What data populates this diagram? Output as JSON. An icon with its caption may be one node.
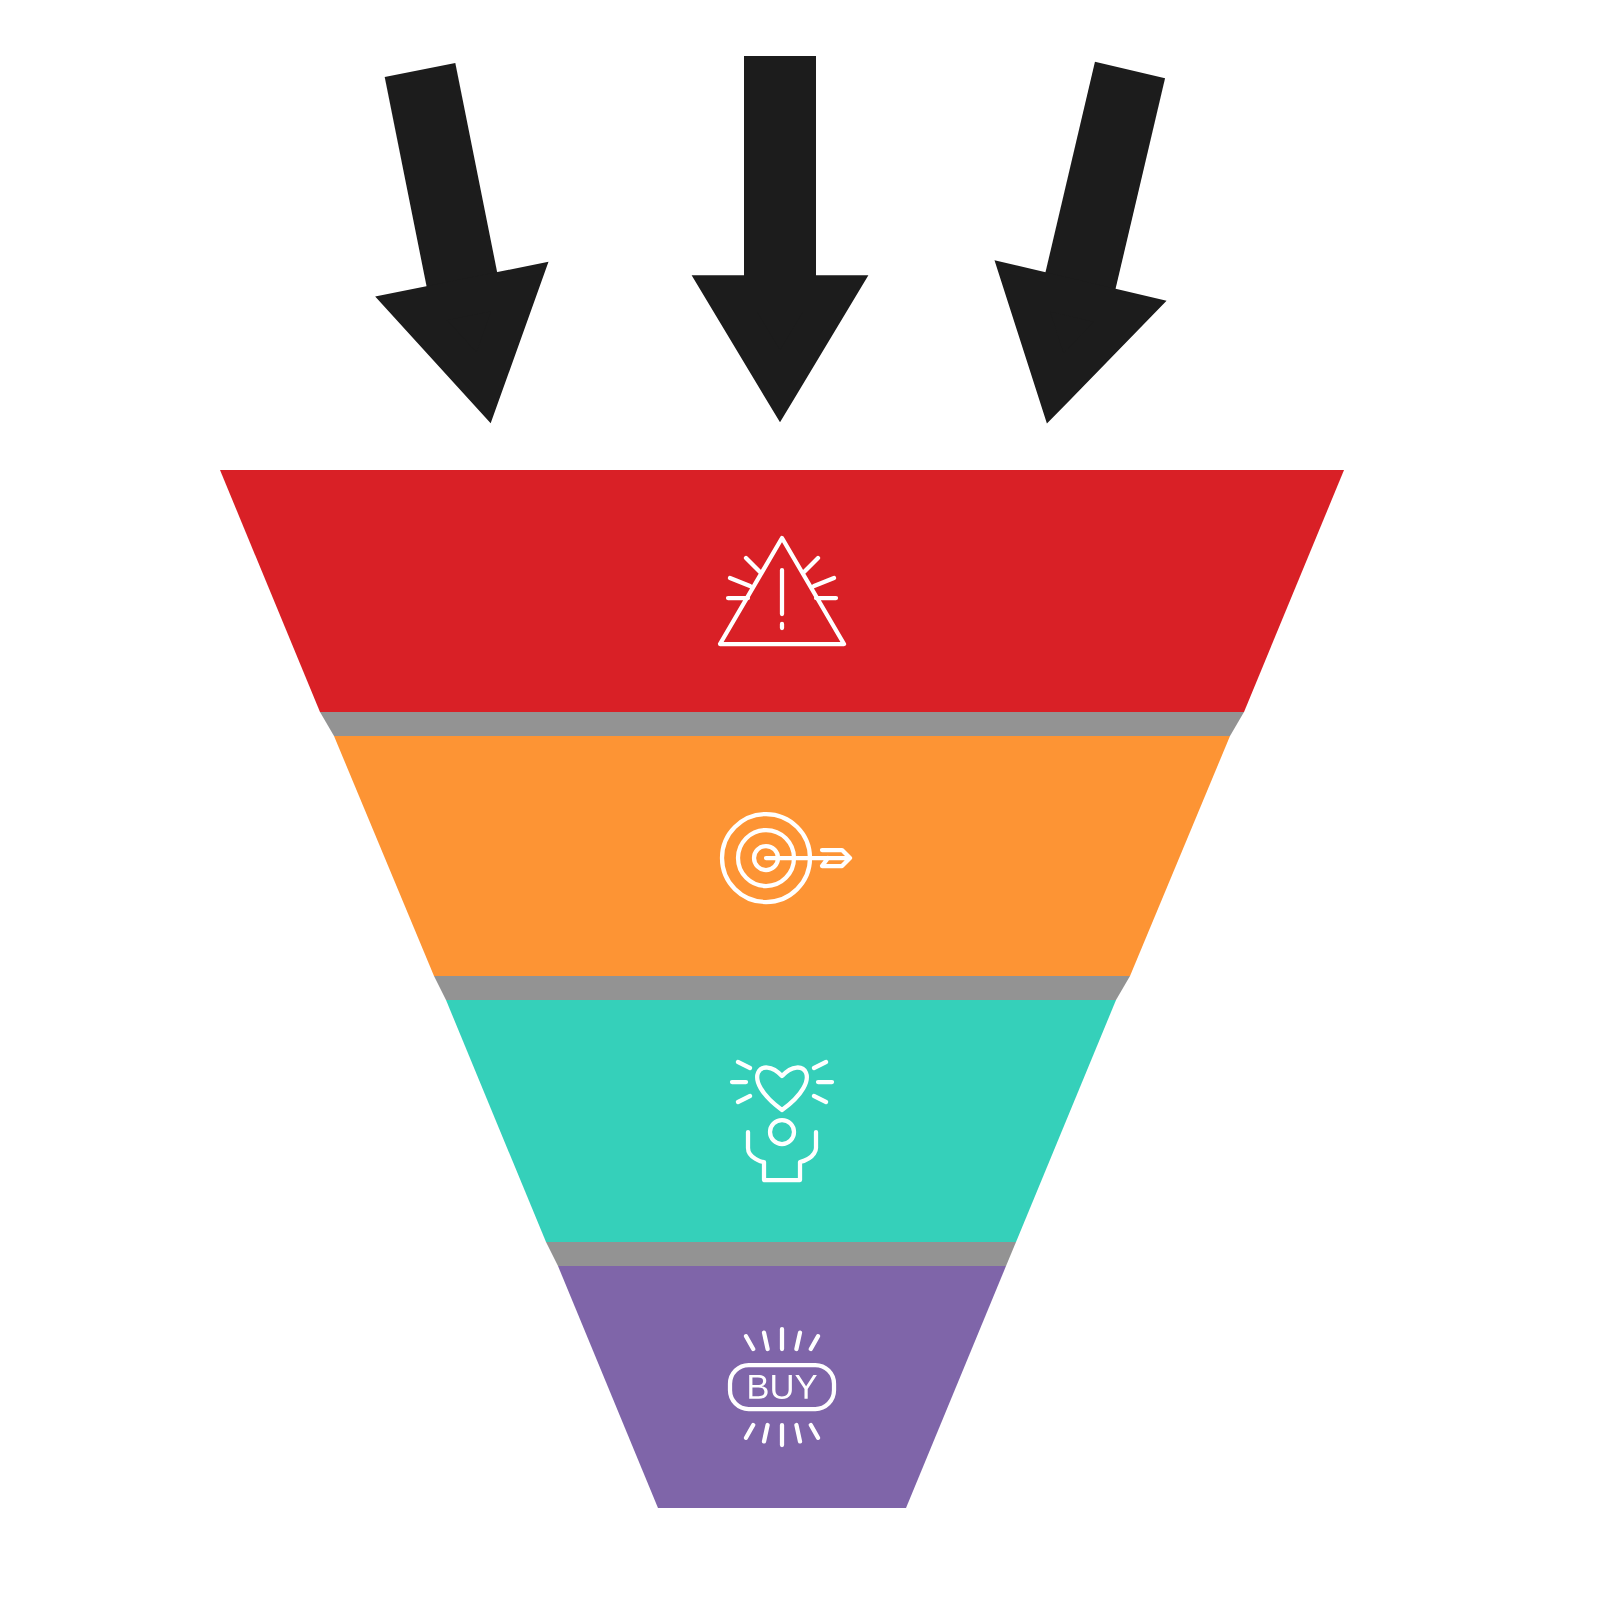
{
  "diagram": {
    "nodes": [
      {
        "text": [],
        "shape": "trapezoid"
      },
      {
        "text": [],
        "shape": "trapezoid"
      },
      {
        "text": [],
        "shape": "trapezoid"
      },
      {
        "text": [
          "BUY"
        ]
      }
    ]
  }
}
